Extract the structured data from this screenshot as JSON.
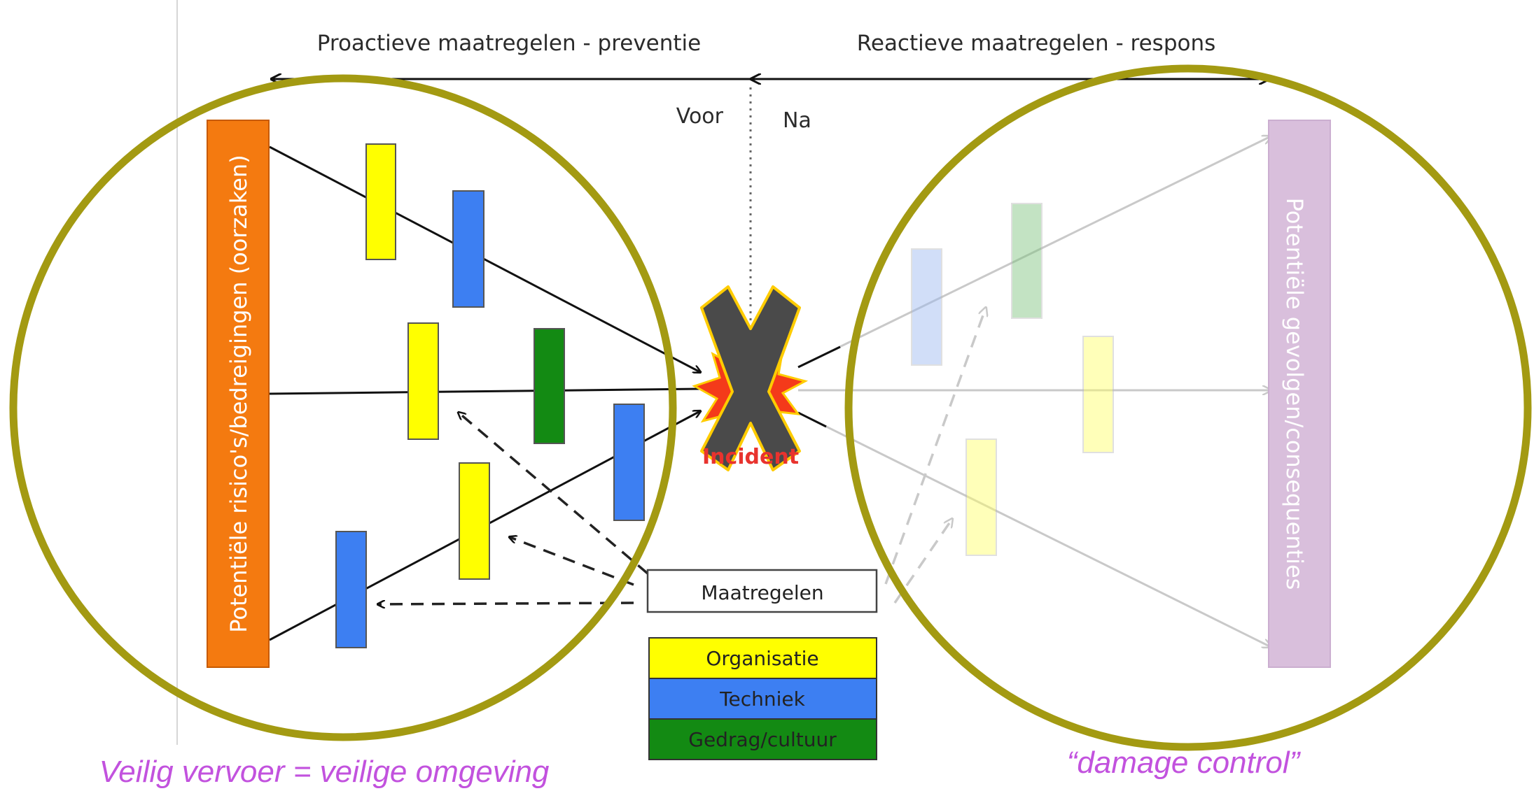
{
  "header": {
    "proactive": "Proactieve maatregelen - preventie",
    "reactive": "Reactieve maatregelen - respons",
    "before": "Voor",
    "after": "Na"
  },
  "causes_label": "Potentiële risico's/bedreigingen (oorzaken)",
  "consequences_label": "Potentiële gevolgen/consequenties",
  "incident_label": "Incident",
  "measures_label": "Maatregelen",
  "legend": [
    {
      "label": "Organisatie",
      "color": "#ffff00"
    },
    {
      "label": "Techniek",
      "color": "#3d7ff2"
    },
    {
      "label": "Gedrag/cultuur",
      "color": "#138a13"
    }
  ],
  "captions": {
    "left": "Veilig vervoer = veilige omgeving",
    "right": "“damage control”"
  },
  "colors": {
    "circle": "#a39a12",
    "causes_bar": "#f47a10",
    "consequences_bar": "#d9bfdc",
    "caption": "#c252de",
    "incident": "#e8332e",
    "x_mark": "#4a4a4a"
  },
  "icons": {
    "incident": "explosion-burst-icon",
    "cross": "x-mark-icon"
  }
}
